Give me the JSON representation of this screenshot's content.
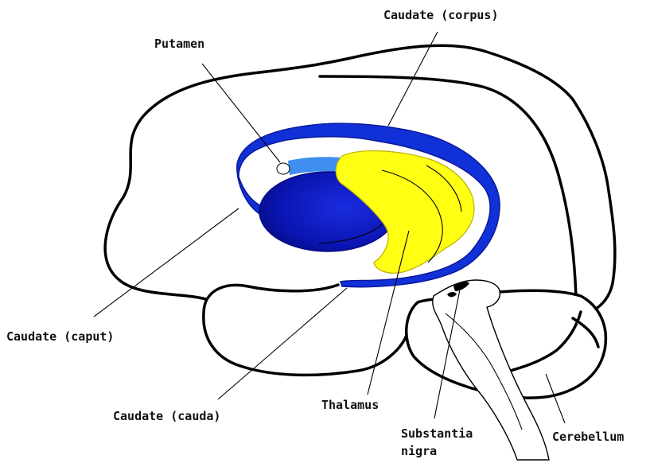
{
  "colors": {
    "caudate": "#1030d8",
    "caudate_light": "#3f8ff0",
    "putamen": "#0a14b0",
    "thalamus": "#ffff14",
    "outline": "#000000",
    "background": "#ffffff"
  },
  "labels": {
    "caudate_corpus": "Caudate (corpus)",
    "putamen": "Putamen",
    "caudate_caput": "Caudate (caput)",
    "caudate_cauda": "Caudate (cauda)",
    "thalamus": "Thalamus",
    "substantia_nigra_line1": "Substantia",
    "substantia_nigra_line2": "nigra",
    "cerebellum": "Cerebellum"
  }
}
